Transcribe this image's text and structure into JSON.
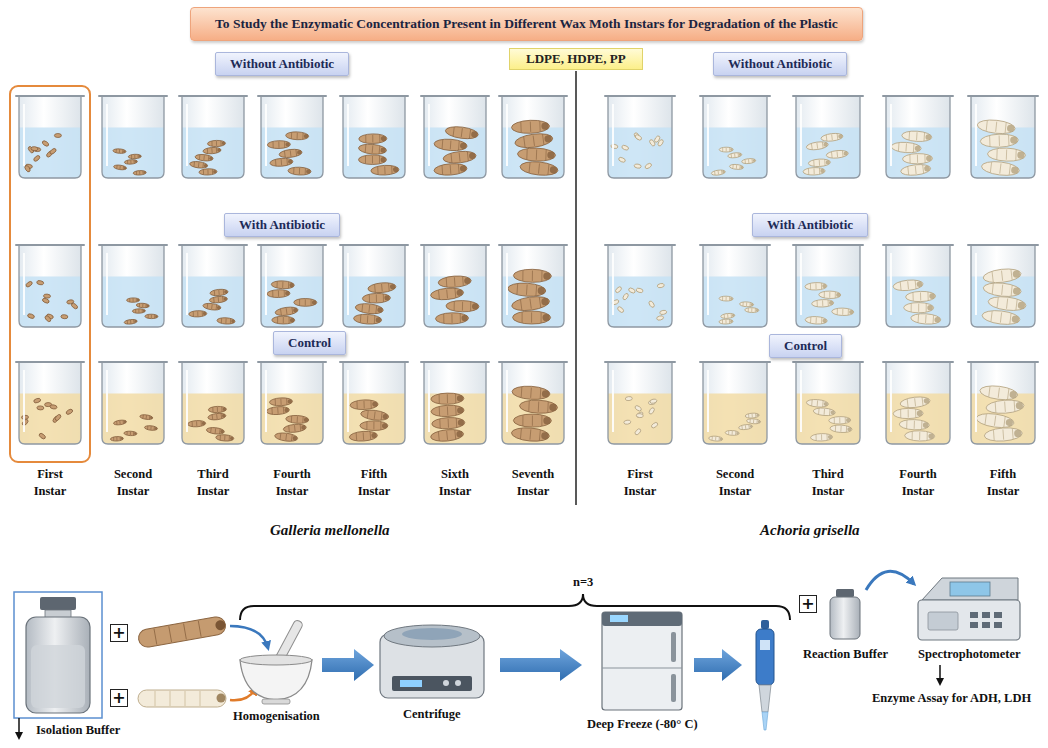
{
  "diagram": {
    "title": "To Study the Enzymatic Concentration Present in Different Wax Moth Instars for Degradation of the Plastic",
    "nodes": [
      {
        "text": [
          "Without Antibiotic"
        ]
      },
      {
        "text": [
          "LDPE, HDPE, PP"
        ]
      },
      {
        "text": [
          "Without Antibiotic"
        ]
      },
      {
        "text": [
          "With Antibiotic"
        ]
      },
      {
        "text": [
          "With Antibiotic"
        ]
      },
      {
        "text": [
          "Control"
        ]
      },
      {
        "text": [
          "Control"
        ]
      },
      {
        "text": [
          "+"
        ]
      },
      {
        "text": [
          "+"
        ]
      },
      {
        "text": [
          "+"
        ]
      }
    ],
    "labels": [
      "First Instar",
      "Second Instar",
      "Third Instar",
      "Fourth Instar",
      "Fifth Instar",
      "Sixth Instar",
      "Seventh Instar",
      "First Instar",
      "Second Instar",
      "Third Instar",
      "Fourth Instar",
      "Fifth Instar",
      "Galleria mellonella",
      "Achoria grisella",
      "n=3",
      "Isolation Buffer",
      "Homogenisation",
      "Centrifuge",
      "Deep Freeze (-80° C)",
      "Reaction Buffer",
      "Spectrophotometer",
      "Enzyme Assay for ADH, LDH"
    ]
  }
}
